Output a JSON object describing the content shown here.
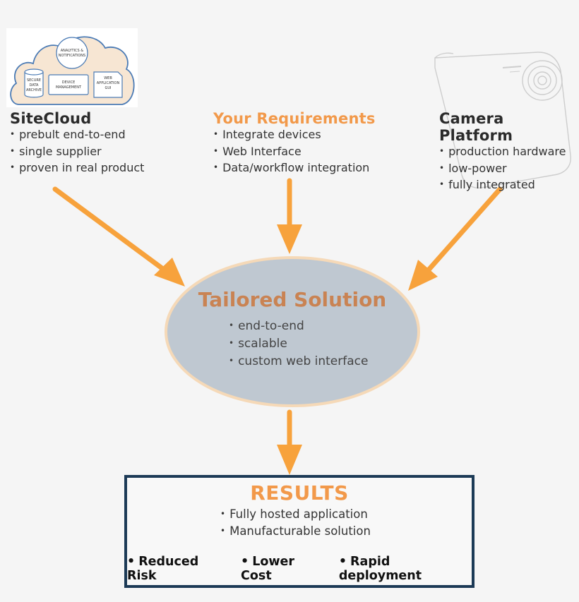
{
  "sitecloud": {
    "title": "SiteCloud",
    "bullets": [
      "prebult end-to-end",
      "single supplier",
      "proven in real product"
    ],
    "illustration": {
      "analytics_line1": "ANALYTICS &",
      "analytics_line2": "NOTIFICATIONS",
      "archive_line1": "SECURE",
      "archive_line2": "DATA",
      "archive_line3": "ARCHIVE",
      "device_line1": "DEVICE",
      "device_line2": "MANAGEMENT",
      "web_line1": "WEB",
      "web_line2": "APPLICATION",
      "web_line3": "GUI"
    }
  },
  "requirements": {
    "title": "Your Requirements",
    "bullets": [
      "Integrate devices",
      "Web Interface",
      "Data/workflow integration"
    ]
  },
  "camera": {
    "title": "Camera Platform",
    "bullets": [
      "production hardware",
      "low-power",
      "fully integrated"
    ]
  },
  "solution": {
    "title": "Tailored Solution",
    "bullets": [
      "end-to-end",
      "scalable",
      "custom web interface"
    ]
  },
  "results": {
    "title": "RESULTS",
    "bullets": [
      "Fully hosted application",
      "Manufacturable solution"
    ],
    "highlights": [
      "Reduced Risk",
      "Lower Cost",
      "Rapid deployment"
    ]
  },
  "colors": {
    "arrow": "#f7a23c",
    "accent": "#f2994a",
    "solution_title": "#c98353",
    "ellipse_fill": "#bfc8d1",
    "ellipse_border": "#f5d9b8",
    "results_border": "#1c3a56",
    "cloud_blue": "#4b7bb5",
    "cloud_fill": "#f7e6d3"
  }
}
